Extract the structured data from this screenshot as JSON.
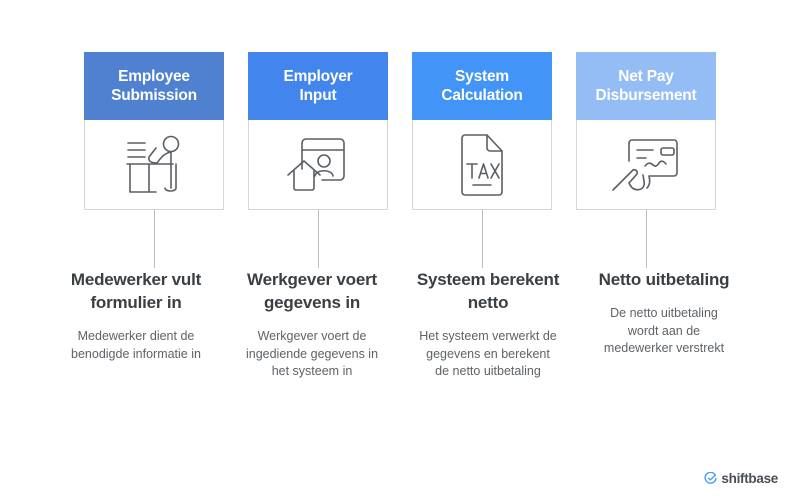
{
  "background": "#ffffff",
  "steps": [
    {
      "header_line1": "Employee",
      "header_line2": "Submission",
      "header_color": "#4f81d0",
      "icon": "person-at-desk-writing-icon",
      "title": "Medewerker vult formulier in",
      "description": "Medewerker dient de benodigde informatie in"
    },
    {
      "header_line1": "Employer",
      "header_line2": "Input",
      "header_color": "#4285ec",
      "icon": "browser-window-user-home-icon",
      "title": "Werkgever voert gegevens in",
      "description": "Werkgever voert de ingediende gegevens in het systeem in"
    },
    {
      "header_line1": "System",
      "header_line2": "Calculation",
      "header_color": "#4294f7",
      "icon": "tax-document-icon",
      "title": "Systeem berekent netto",
      "description": "Het systeem verwerkt de gegevens en berekent de netto uitbetaling"
    },
    {
      "header_line1": "Net Pay",
      "header_line2": "Disbursement",
      "header_color": "#94bdf5",
      "icon": "hand-holding-payment-card-icon",
      "title": "Netto uitbetaling",
      "description": "De netto uitbetaling wordt aan de medewerker verstrekt"
    }
  ],
  "logo": {
    "text": "shiftbase",
    "mark": "circle-check-icon",
    "mark_color": "#4d9cf5",
    "text_color": "#4a4f57"
  }
}
